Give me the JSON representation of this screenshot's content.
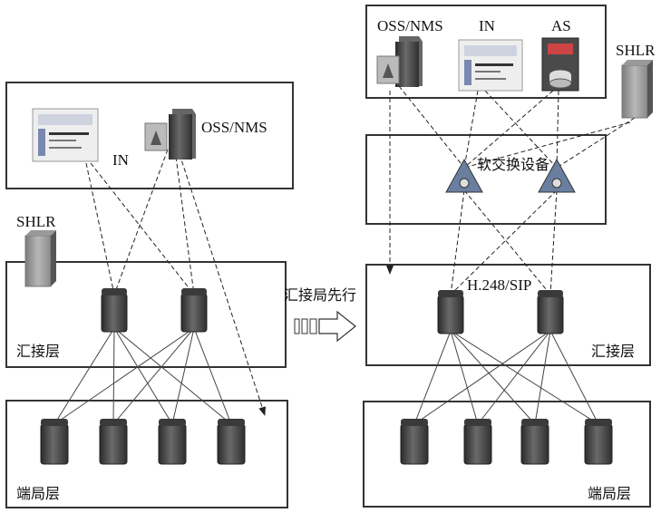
{
  "left": {
    "labels": {
      "in": "IN",
      "oss": "OSS/NMS",
      "shlr": "SHLR",
      "tandem": "汇接层",
      "endoffice": "端局层"
    }
  },
  "transition": {
    "label": "汇接局先行"
  },
  "right": {
    "labels": {
      "oss": "OSS/NMS",
      "in": "IN",
      "as": "AS",
      "shlr": "SHLR",
      "softswitch": "软交换设备",
      "protocol": "H.248/SIP",
      "tandem": "汇接层",
      "endoffice": "端局层"
    }
  },
  "colors": {
    "border": "#333333",
    "server": "#555555",
    "triangle": "#6a7fa0"
  }
}
